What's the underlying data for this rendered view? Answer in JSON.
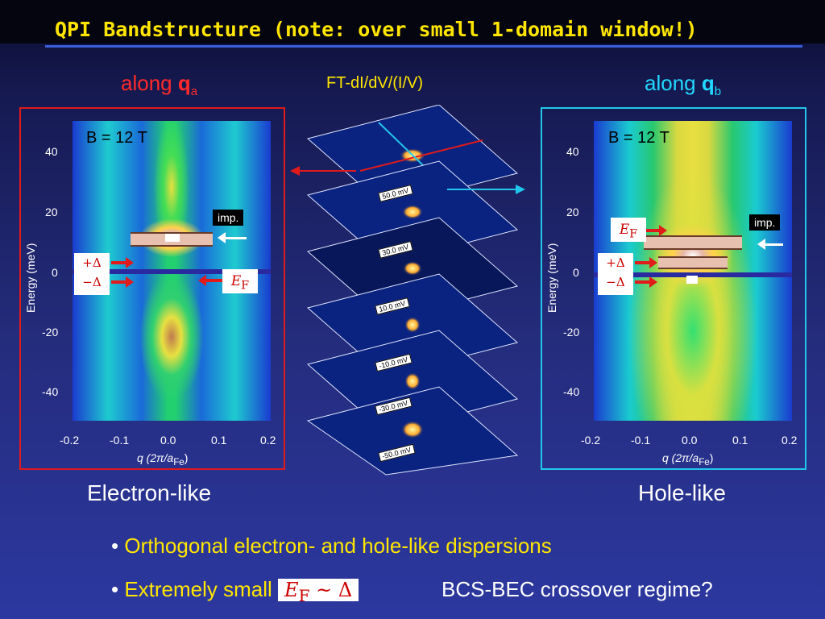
{
  "title": "QPI Bandstructure (note: over small 1-domain window!)",
  "labels": {
    "along": "along",
    "q_a_bold": "q",
    "q_a_sub": "a",
    "q_b_bold": "q",
    "q_b_sub": "b",
    "ft_label": "FT-dI/dV/(I/V)"
  },
  "left_panel": {
    "field": "B = 12 T",
    "ylabel": "Energy (meV)",
    "xlabel": "q (2π/a",
    "xlabel_sub": "Fe",
    "xlabel_end": ")",
    "yticks": [
      "40",
      "20",
      "0",
      "-20",
      "-40"
    ],
    "xticks": [
      "-0.2",
      "-0.1",
      "0.0",
      "0.1",
      "0.2"
    ],
    "imp": "imp.",
    "plus_delta": "+Δ",
    "minus_delta": "−Δ",
    "ef": "E",
    "ef_sub": "F",
    "caption": "Electron-like"
  },
  "right_panel": {
    "field": "B = 12 T",
    "ylabel": "Energy (meV)",
    "xlabel": "q (2π/a",
    "xlabel_sub": "Fe",
    "xlabel_end": ")",
    "yticks": [
      "40",
      "20",
      "0",
      "-20",
      "-40"
    ],
    "xticks": [
      "-0.2",
      "-0.1",
      "0.0",
      "0.1",
      "0.2"
    ],
    "imp": "imp.",
    "plus_delta": "+Δ",
    "minus_delta": "−Δ",
    "ef": "E",
    "ef_sub": "F",
    "caption": "Hole-like"
  },
  "stack": {
    "energies": [
      "50.0 mV",
      "30.0 mV",
      "10.0 mV",
      "-10.0 mV",
      "-30.0 mV",
      "-50.0 mV"
    ]
  },
  "bullets": {
    "b1": "Orthogonal electron- and hole-like dispersions",
    "b2_text": "Extremely small",
    "b2_ef": "E",
    "b2_ef_sub": "F",
    "b2_approx": "~ Δ",
    "b2_tail": "BCS-BEC crossover regime?"
  },
  "colors": {
    "title": "#ffe600",
    "along_a": "#ff2a2a",
    "along_b": "#21d8ff",
    "arrow_red": "#e11a1a",
    "arrow_cyan": "#22c6ea"
  }
}
